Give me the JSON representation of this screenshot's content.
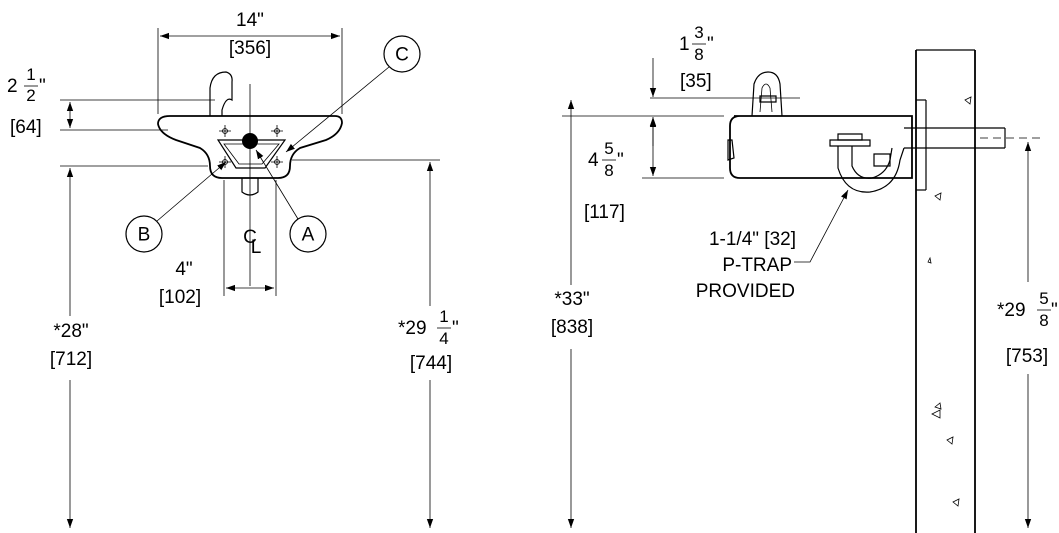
{
  "front": {
    "width": {
      "main": "14\"",
      "metric": "[356]"
    },
    "lip": {
      "whole": "2",
      "num": "1",
      "den": "2",
      "unit": "\"",
      "metric": "[64]"
    },
    "center_spacing": {
      "main": "4\"",
      "metric": "[102]"
    },
    "height_left": {
      "main": "*28\"",
      "metric": "[712]"
    },
    "height_right": {
      "whole": "*29",
      "num": "1",
      "den": "4",
      "unit": "\"",
      "metric": "[744]"
    },
    "callouts": {
      "a": "A",
      "b": "B",
      "c": "C"
    },
    "centerline": {
      "c": "C",
      "l": "L"
    }
  },
  "side": {
    "bubbler": {
      "whole": "1",
      "num": "3",
      "den": "8",
      "unit": "\"",
      "metric": "[35]"
    },
    "basin": {
      "whole": "4",
      "num": "5",
      "den": "8",
      "unit": "\"",
      "metric": "[117]"
    },
    "height_left": {
      "main": "*33\"",
      "metric": "[838]"
    },
    "height_right": {
      "whole": "*29",
      "num": "5",
      "den": "8",
      "unit": "\"",
      "metric": "[753]"
    },
    "note": {
      "line1": "1-1/4\" [32]",
      "line2": "P-TRAP",
      "line3": "PROVIDED"
    }
  }
}
